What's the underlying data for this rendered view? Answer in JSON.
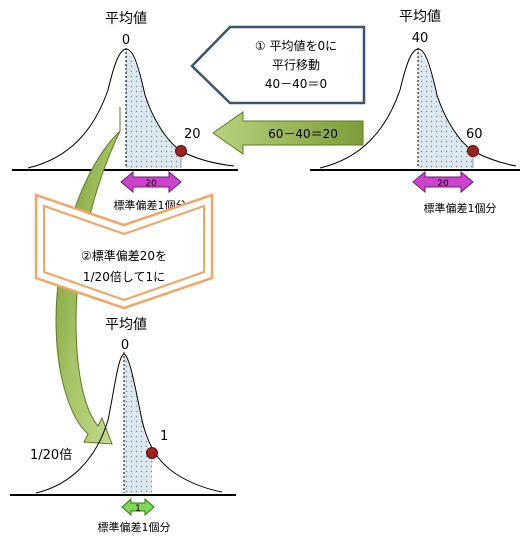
{
  "top_left": {
    "title": "平均値",
    "mean_value": "0",
    "point_label": "20",
    "arrow_value": "20",
    "sd_label": "標準偏差1個分"
  },
  "top_right": {
    "title": "平均値",
    "mean_value": "40",
    "point_label": "60",
    "arrow_value": "20",
    "sd_label": "標準偏差1個分"
  },
  "bottom": {
    "title": "平均値",
    "mean_value": "0",
    "point_label": "1",
    "arrow_value": "1",
    "sd_label": "標準偏差1個分",
    "scale_label": "1/20倍"
  },
  "callout_step1": {
    "line1": "① 平均値を0に",
    "line2": "平行移動",
    "line3": "40－40＝0"
  },
  "arrow_shift": {
    "label": "60－40＝20"
  },
  "chevron_step2": {
    "line1": "②標準偏差20を",
    "line2": "1/20倍して1に"
  },
  "colors": {
    "curve": "#000000",
    "fill": "#dde8ee",
    "point": "#a02020",
    "sd_arrow_top": "#cc44cc",
    "sd_arrow_bottom": "#7ed957",
    "green_arrow": "#8db24a",
    "callout_border": "#3a5373",
    "chevron": "#f3a463"
  }
}
